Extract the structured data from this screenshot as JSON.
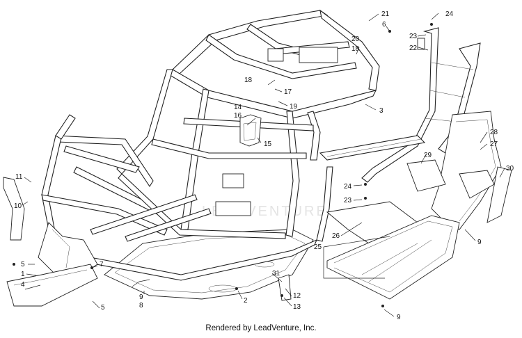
{
  "callouts": {
    "c1": "1",
    "c2": "2",
    "c3": "3",
    "c4": "4",
    "c5a": "5",
    "c5b": "5",
    "c6": "6",
    "c7": "7",
    "c8": "8",
    "c9a": "9",
    "c9b": "9",
    "c9c": "9",
    "c10": "10",
    "c11": "11",
    "c12": "12",
    "c13": "13",
    "c14": "14",
    "c15": "15",
    "c16": "16",
    "c17": "17",
    "c18a": "18",
    "c18b": "18",
    "c19": "19",
    "c20": "20",
    "c21": "21",
    "c22": "22",
    "c23a": "23",
    "c23b": "23",
    "c24a": "24",
    "c24b": "24",
    "c25": "25",
    "c26": "26",
    "c27": "27",
    "c28": "28",
    "c29": "29",
    "c30": "30",
    "c31": "31"
  },
  "watermark": "LEADVENTURE",
  "footer": "Rendered by LeadVenture, Inc."
}
